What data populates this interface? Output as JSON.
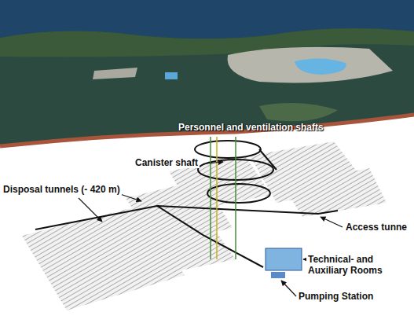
{
  "diagram": {
    "labels": [
      "Personnel and ventilation shafts",
      "Canister shaft",
      "Disposal tunnels (- 420 m)",
      "Access tunne",
      "Technical- and Auxiliary Rooms",
      "Pumping Station"
    ]
  }
}
